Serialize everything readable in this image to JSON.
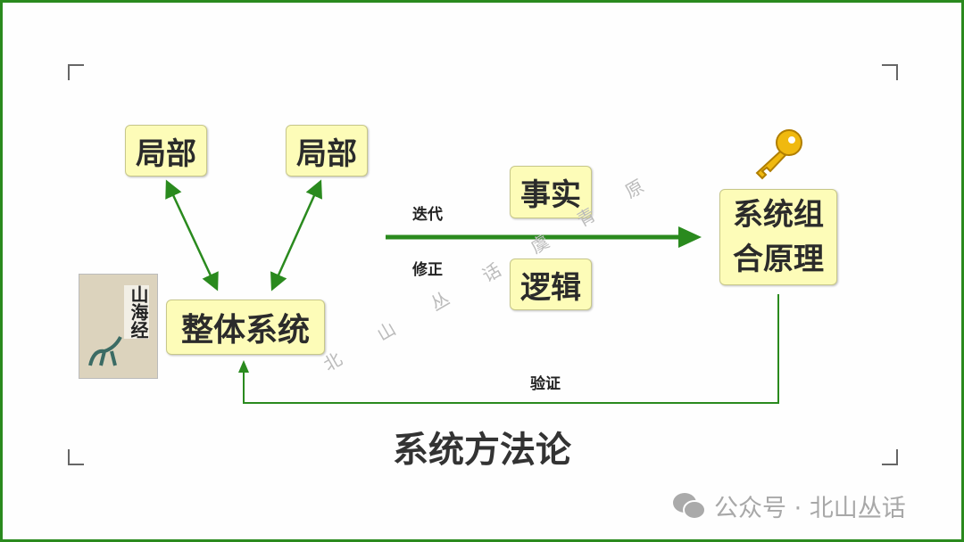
{
  "nodes": {
    "part_left": "局部",
    "part_right": "局部",
    "whole": "整体系统",
    "fact": "事实",
    "logic": "逻辑",
    "principle": "系统组合原理"
  },
  "labels": {
    "iterate": "迭代",
    "revise": "修正",
    "verify": "验证"
  },
  "title": "系统方法论",
  "book": {
    "title": "山海经"
  },
  "watermark": [
    "北",
    "山",
    "丛",
    "话",
    "虞",
    "青",
    "原"
  ],
  "footer": {
    "text": "公众号 · 北山丛话"
  },
  "colors": {
    "arrow": "#2a8a1e",
    "box": "#fdfcb8",
    "border": "#2a8a1e"
  }
}
